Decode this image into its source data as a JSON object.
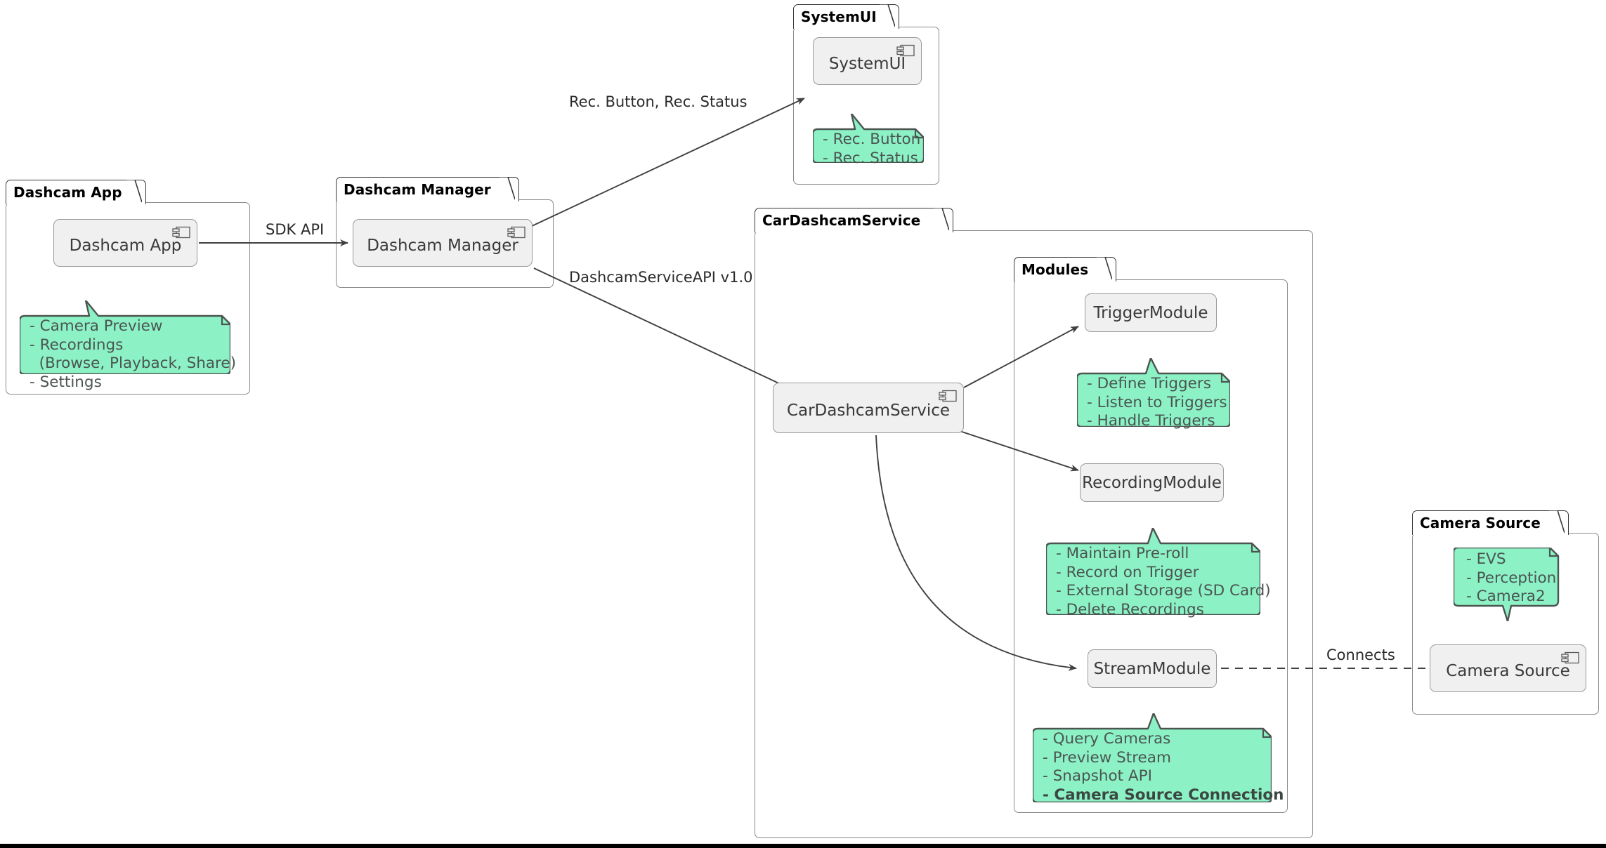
{
  "diagram": {
    "type": "uml-component-diagram",
    "background": "#ffffff",
    "colors": {
      "note_fill": "#8CF2C6",
      "note_border": "#4b5550",
      "component_fill": "#F0F0F0",
      "component_border": "#9a9a9a",
      "package_border": "#8a8a8a",
      "edge": "#404040",
      "text": "#3a3a3a"
    }
  },
  "packages": [
    {
      "id": "dashcam_app",
      "title": "Dashcam App"
    },
    {
      "id": "dashcam_manager",
      "title": "Dashcam Manager"
    },
    {
      "id": "systemui",
      "title": "SystemUI"
    },
    {
      "id": "cardashcamservice",
      "title": "CarDashcamService"
    },
    {
      "id": "modules",
      "title": "Modules"
    },
    {
      "id": "camera_source",
      "title": "Camera Source"
    }
  ],
  "components": [
    {
      "id": "dashcam_app_comp",
      "label": "Dashcam App",
      "icon": "component-icon",
      "has_icon": true
    },
    {
      "id": "dashcam_manager_comp",
      "label": "Dashcam Manager",
      "icon": "component-icon",
      "has_icon": true
    },
    {
      "id": "systemui_comp",
      "label": "SystemUI",
      "icon": "component-icon",
      "has_icon": true
    },
    {
      "id": "cardashcamservice_comp",
      "label": "CarDashcamService",
      "icon": "component-icon",
      "has_icon": true
    },
    {
      "id": "trigger_module",
      "label": "TriggerModule",
      "icon": "none",
      "has_icon": false
    },
    {
      "id": "recording_module",
      "label": "RecordingModule",
      "icon": "none",
      "has_icon": false
    },
    {
      "id": "stream_module",
      "label": "StreamModule",
      "icon": "none",
      "has_icon": false
    },
    {
      "id": "camera_source_comp",
      "label": "Camera Source",
      "icon": "component-icon",
      "has_icon": true
    }
  ],
  "notes": {
    "dashcam_app": {
      "lines": [
        "- Camera Preview",
        "- Recordings",
        "  (Browse, Playback, Share)",
        "- Settings"
      ]
    },
    "systemui": {
      "lines": [
        "- Rec. Button",
        "- Rec. Status"
      ]
    },
    "trigger_module": {
      "lines": [
        "- Define Triggers",
        "- Listen to Triggers",
        "- Handle Triggers"
      ]
    },
    "recording_module": {
      "lines": [
        "- Maintain Pre-roll",
        "- Record on Trigger",
        "- External Storage (SD Card)",
        "- Delete Recordings"
      ]
    },
    "stream_module": {
      "lines": [
        "- Query Cameras",
        "- Preview Stream",
        "- Snapshot API"
      ],
      "bold_line": "- Camera Source Connection"
    },
    "camera_source": {
      "lines": [
        "- EVS",
        "- Perception",
        "- Camera2"
      ]
    }
  },
  "edges": [
    {
      "id": "app_to_manager",
      "label": "SDK API",
      "from": "dashcam_app_comp",
      "to": "dashcam_manager_comp",
      "style": "solid-arrow"
    },
    {
      "id": "manager_to_systemui",
      "label": "Rec. Button, Rec. Status",
      "from": "dashcam_manager_comp",
      "to": "systemui_comp",
      "style": "solid-arrow"
    },
    {
      "id": "manager_to_service",
      "label": "DashcamServiceAPI v1.0",
      "from": "dashcam_manager_comp",
      "to": "cardashcamservice_comp",
      "style": "solid-arrow"
    },
    {
      "id": "service_to_trigger",
      "label": "",
      "from": "cardashcamservice_comp",
      "to": "trigger_module",
      "style": "solid-arrow"
    },
    {
      "id": "service_to_recording",
      "label": "",
      "from": "cardashcamservice_comp",
      "to": "recording_module",
      "style": "solid-arrow"
    },
    {
      "id": "service_to_stream",
      "label": "",
      "from": "cardashcamservice_comp",
      "to": "stream_module",
      "style": "solid-arrow-curved"
    },
    {
      "id": "stream_to_camera",
      "label": "Connects",
      "from": "stream_module",
      "to": "camera_source_comp",
      "style": "dashed"
    }
  ]
}
